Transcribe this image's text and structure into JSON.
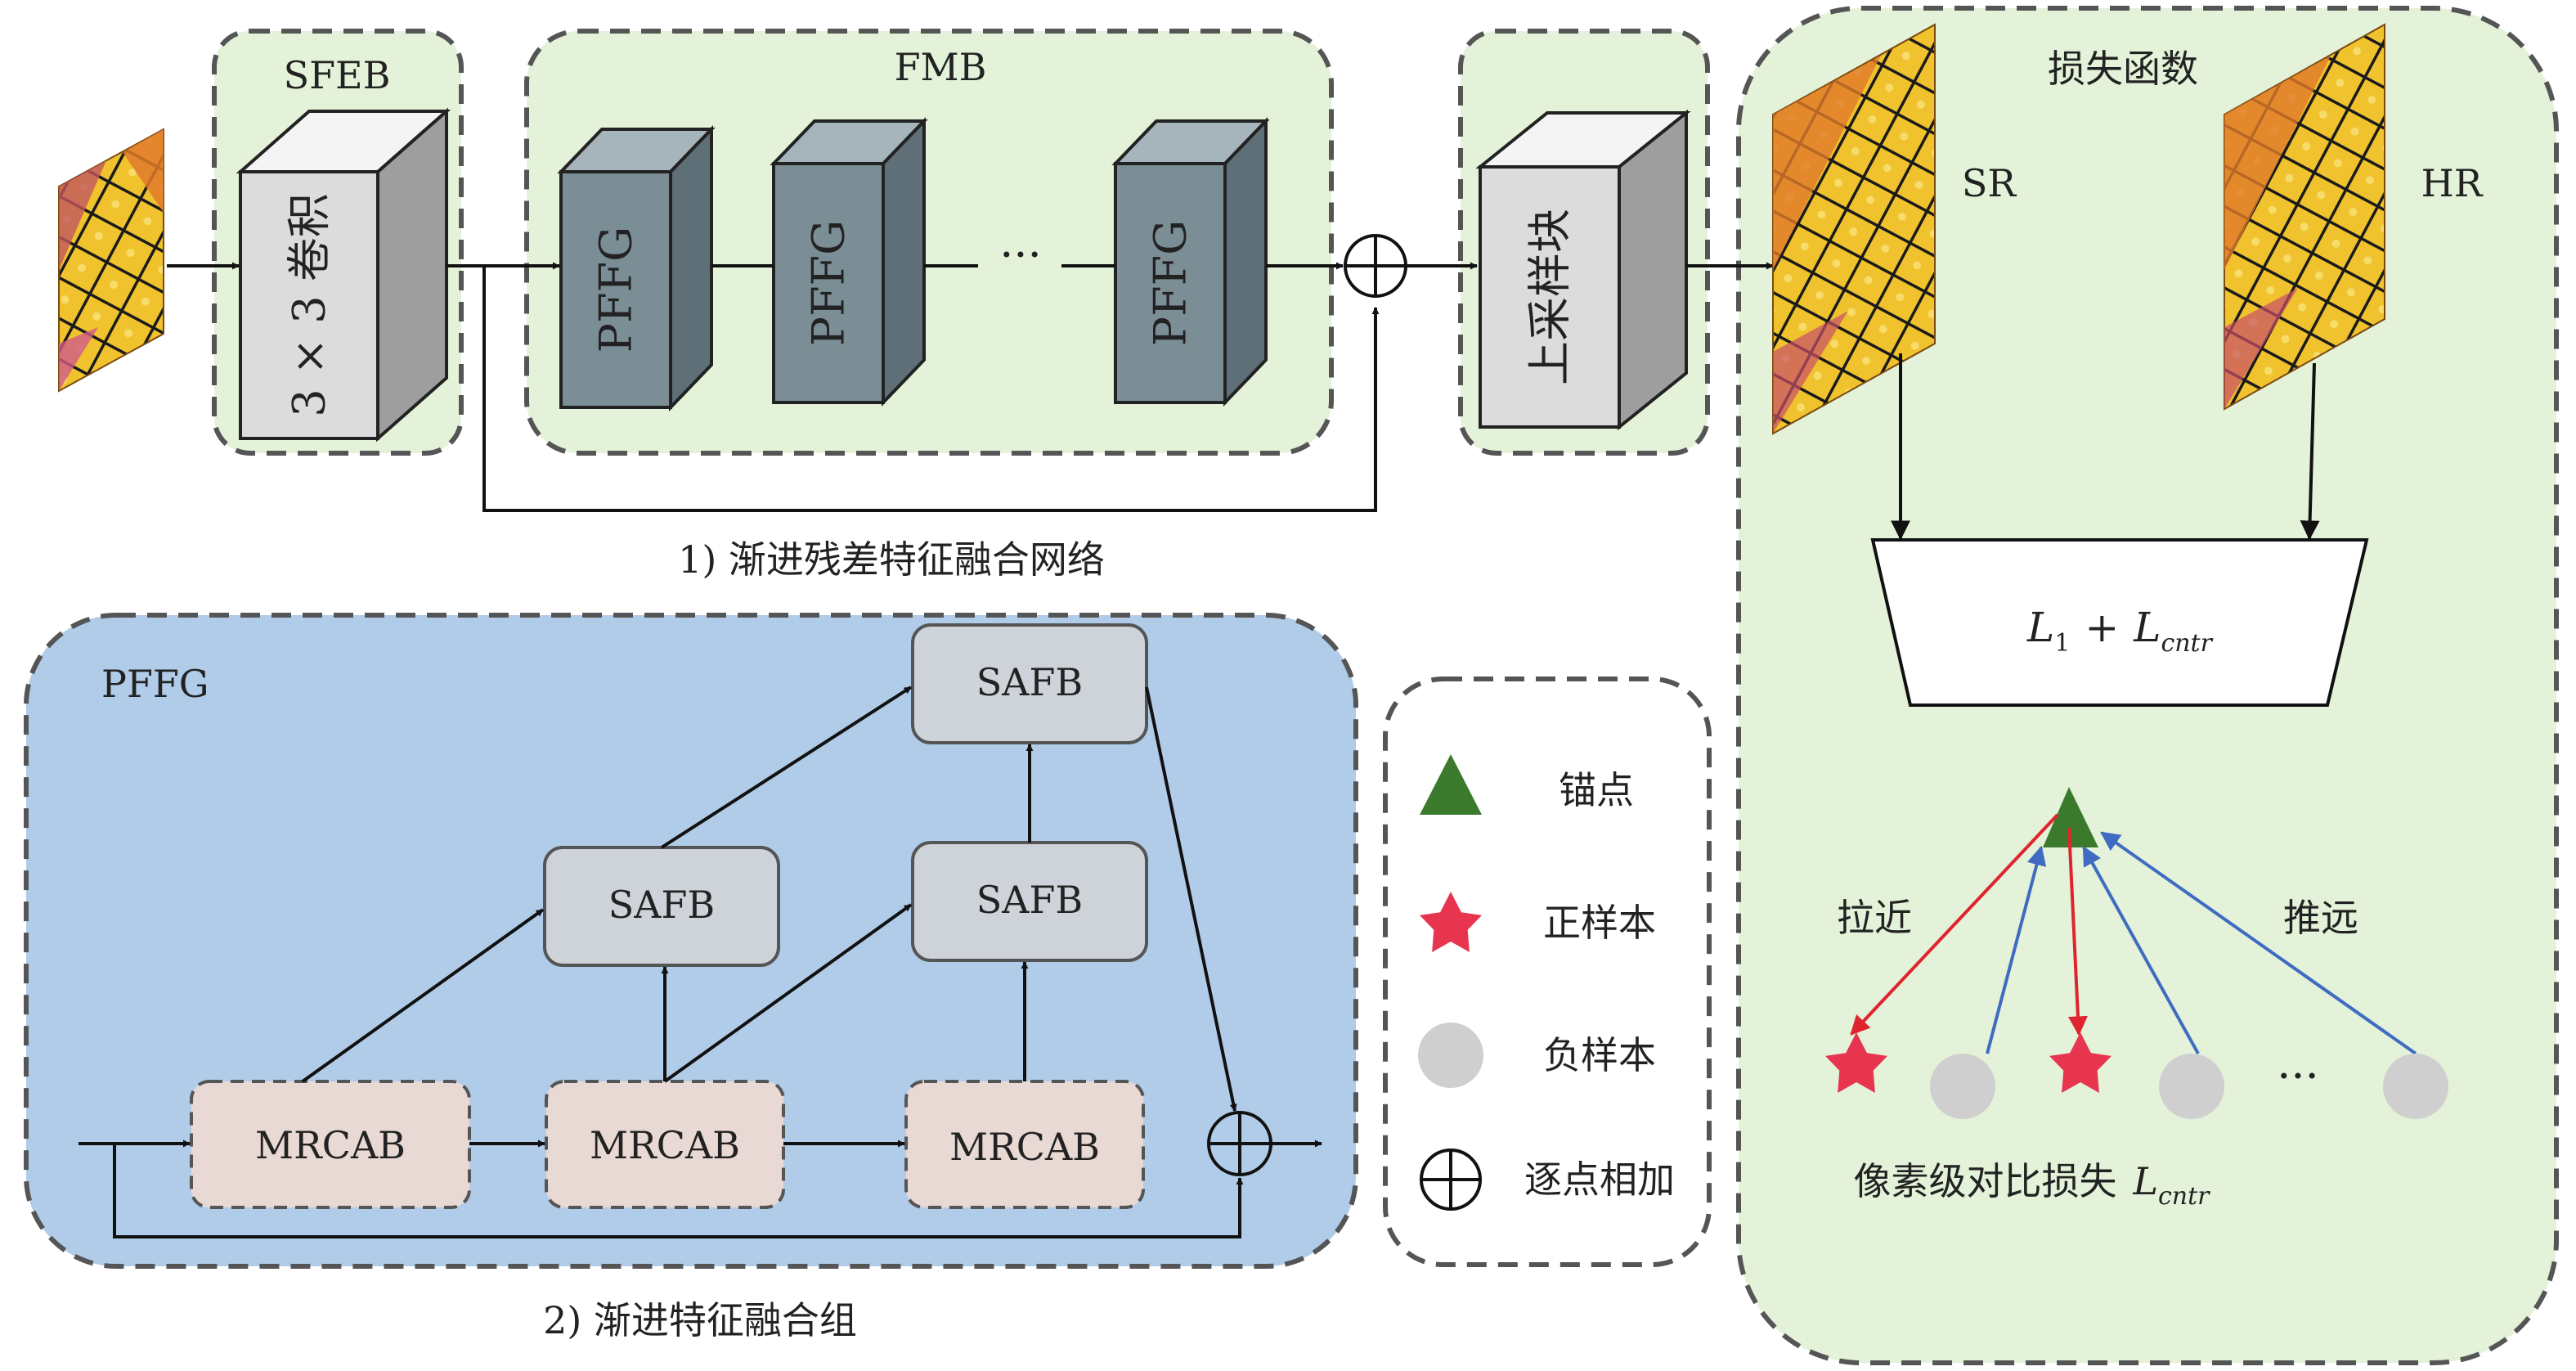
{
  "network": {
    "caption": "1) 渐进残差特征融合网络",
    "sfeb": {
      "title": "SFEB",
      "conv_label": "3 × 3 卷积"
    },
    "fmb": {
      "title": "FMB",
      "block_label": "PFFG",
      "ellipsis": "···"
    },
    "upsample_label": "上采样块"
  },
  "loss": {
    "title": "损失函数",
    "sr_label": "SR",
    "hr_label": "HR",
    "formula": {
      "l1": "L",
      "l1_sub": "1",
      "plus": "+",
      "lc": "L",
      "lc_sub": "cntr"
    },
    "pull_label": "拉近",
    "push_label": "推远",
    "ellipsis": "···",
    "caption": "像素级对比损失",
    "caption_symbol": "L",
    "caption_sub": "cntr"
  },
  "pffg": {
    "title": "PFFG",
    "caption": "2) 渐进特征融合组",
    "mrcab_label": "MRCAB",
    "safb_label": "SAFB"
  },
  "legend": {
    "anchor": "锚点",
    "positive": "正样本",
    "negative": "负样本",
    "add": "逐点相加"
  },
  "colors": {
    "green_panel": "#e3f2d8",
    "blue_panel": "#b0cce8",
    "pffg_block": "#7b8e96",
    "conv_block": "#dcdcdc",
    "mrcab": "#e9d9d4",
    "safb": "#ced3da",
    "anchor": "#3b7a2c",
    "positive": "#e8354f",
    "negative": "#cfcfcf",
    "pull_arrow": "#e0242f",
    "push_arrow": "#3f6cc2"
  }
}
